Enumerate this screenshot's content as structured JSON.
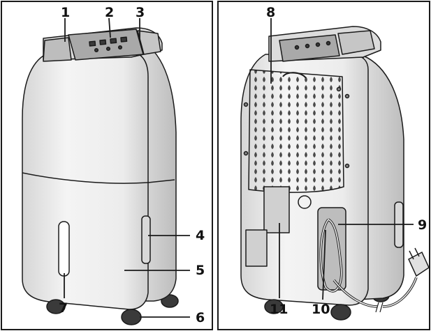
{
  "labels": {
    "l1": "1",
    "l2": "2",
    "l3": "3",
    "l4": "4",
    "l5": "5",
    "l6": "6",
    "l7": "7",
    "l8": "8",
    "l9": "9",
    "l10": "10",
    "l11": "11"
  },
  "colors": {
    "outline": "#1a1a1a",
    "body": "#e9e9e9",
    "shade": "#cfcfcf",
    "dark": "#555555",
    "panel": "#a9a9a9"
  }
}
